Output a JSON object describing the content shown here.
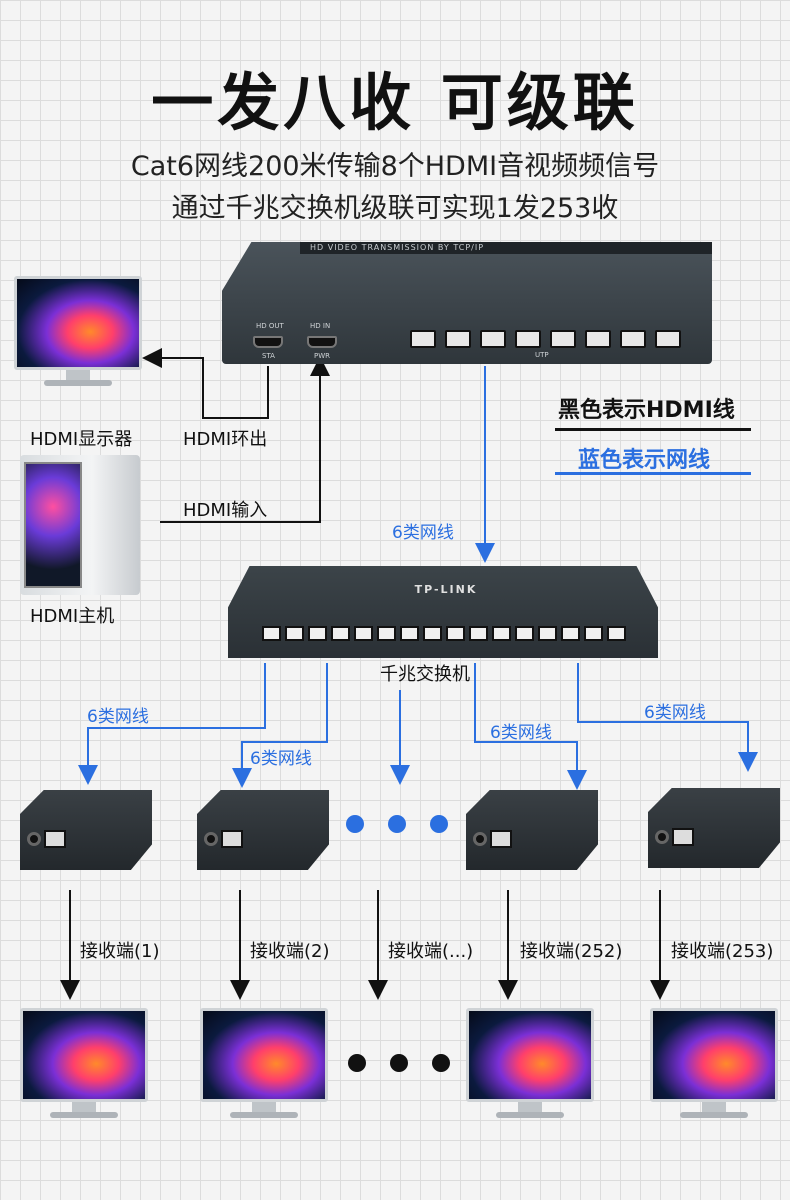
{
  "header": {
    "title": "一发八收 可级联",
    "subtitle_line1": "Cat6网线200米传输8个HDMI音视频频信号",
    "subtitle_line2": "通过千兆交换机级联可实现1发253收"
  },
  "colors": {
    "hdmi_line": "#111111",
    "network_line": "#2b6fe0",
    "dots": "#2b6fe0",
    "dots_dark": "#111111"
  },
  "transmitter": {
    "band_text": "HD VIDEO TRANSMISSION BY TCP/IP",
    "hd_out_label": "HD OUT",
    "hd_in_label": "HD IN",
    "sta_label": "STA",
    "pwr_label": "PWR",
    "utp_label": "UTP"
  },
  "switch": {
    "brand": "TP-LINK",
    "caption": "千兆交换机"
  },
  "labels": {
    "hdmi_monitor": "HDMI显示器",
    "hdmi_loop_out": "HDMI环出",
    "hdmi_input": "HDMI输入",
    "hdmi_host": "HDMI主机",
    "cat6_tx": "6类网线"
  },
  "legend": {
    "black_hdmi": "黑色表示HDMI线",
    "blue_network": "蓝色表示网线"
  },
  "receivers": [
    {
      "cable": "6类网线",
      "label": "接收端(1)"
    },
    {
      "cable": "6类网线",
      "label": "接收端(2)"
    },
    {
      "cable": "",
      "label": "接收端(...)"
    },
    {
      "cable": "6类网线",
      "label": "接收端(252)"
    },
    {
      "cable": "6类网线",
      "label": "接收端(253)"
    }
  ],
  "icons": {
    "monitor": "monitor-icon",
    "host": "desktop-pc-icon",
    "transmitter": "transmitter-icon",
    "switch": "switch-icon",
    "receiver": "receiver-icon"
  }
}
